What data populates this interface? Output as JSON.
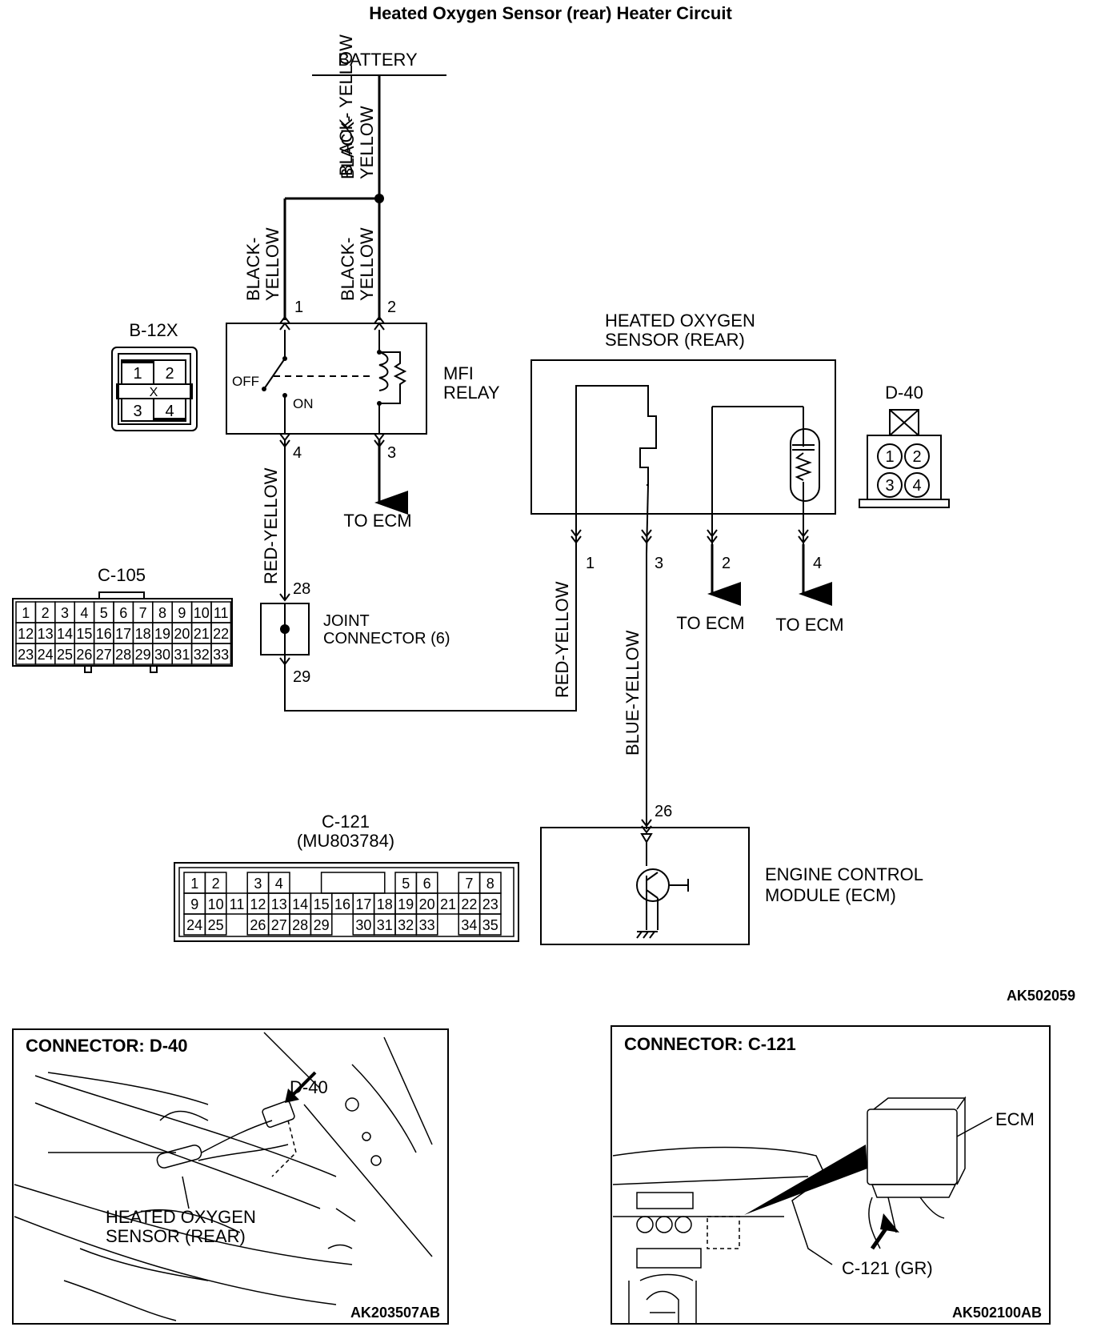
{
  "title": "Heated Oxygen Sensor (rear) Heater Circuit",
  "battery_label": "BATTERY",
  "wires": {
    "battery_main": "BLACK-\nYELLOW",
    "relay_pin1": "BLACK-\nYELLOW",
    "relay_pin2": "BLACK-\nYELLOW",
    "relay_out": "RED-YELLOW",
    "sensor_pin1": "RED-YELLOW",
    "sensor_pin3": "BLUE-YELLOW"
  },
  "mfi_relay": {
    "name": "MFI\nRELAY",
    "pins": [
      "1",
      "2",
      "4",
      "3"
    ],
    "off_label": "OFF",
    "on_label": "ON",
    "to_ecm": "TO ECM"
  },
  "b12x": {
    "name": "B-12X",
    "pins": [
      "1",
      "2",
      "X",
      "3",
      "4"
    ]
  },
  "joint_connector": {
    "name": "JOINT\nCONNECTOR (6)",
    "pin_in": "28",
    "pin_out": "29"
  },
  "c105": {
    "name": "C-105",
    "rows": [
      [
        "1",
        "2",
        "3",
        "4",
        "5",
        "6",
        "7",
        "8",
        "9",
        "10",
        "11"
      ],
      [
        "12",
        "13",
        "14",
        "15",
        "16",
        "17",
        "18",
        "19",
        "20",
        "21",
        "22"
      ],
      [
        "23",
        "24",
        "25",
        "26",
        "27",
        "28",
        "29",
        "30",
        "31",
        "32",
        "33"
      ]
    ]
  },
  "sensor": {
    "name": "HEATED OXYGEN\nSENSOR (REAR)",
    "pins": [
      "1",
      "3",
      "2",
      "4"
    ],
    "to_ecm_a": "TO ECM",
    "to_ecm_b": "TO ECM"
  },
  "d40": {
    "name": "D-40",
    "pins": [
      "1",
      "2",
      "3",
      "4"
    ]
  },
  "ecm": {
    "name": "ENGINE CONTROL\nMODULE (ECM)",
    "pin": "26"
  },
  "c121": {
    "name": "C-121",
    "part": "(MU803784)",
    "row1": [
      "1",
      "2",
      "",
      "3",
      "4",
      "",
      "",
      "",
      "5",
      "6",
      "",
      "7",
      "8"
    ],
    "row2": [
      "9",
      "10",
      "11",
      "12",
      "13",
      "14",
      "15",
      "16",
      "17",
      "18",
      "19",
      "20",
      "21",
      "22",
      "23"
    ],
    "row3": [
      "24",
      "25",
      "",
      "26",
      "27",
      "28",
      "29",
      "",
      "30",
      "31",
      "32",
      "33",
      "",
      "34",
      "35"
    ]
  },
  "diagram_code": "AK502059",
  "panel_left": {
    "title": "CONNECTOR: D-40",
    "callout": "D-40",
    "sensor_label": "HEATED OXYGEN\nSENSOR (REAR)",
    "code": "AK203507AB"
  },
  "panel_right": {
    "title": "CONNECTOR: C-121",
    "ecm_label": "ECM",
    "connector_label": "C-121 (GR)",
    "code": "AK502100AB"
  }
}
